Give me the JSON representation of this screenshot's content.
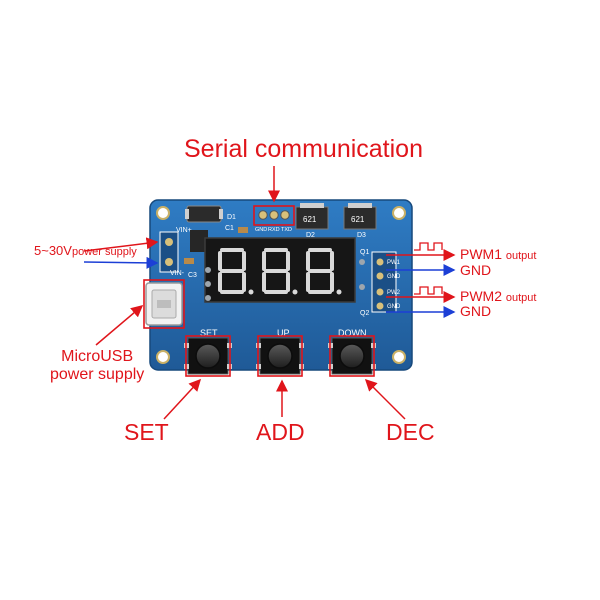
{
  "labels": {
    "serial": "Serial communication",
    "power_in_main": "5~30V",
    "power_in_sub": "power supply",
    "microusb_line1": "MicroUSB",
    "microusb_line2": "power supply",
    "pwm1_main": "PWM1",
    "pwm1_sub": "output",
    "gnd1": "GND",
    "pwm2_main": "PWM2",
    "pwm2_sub": "output",
    "gnd2": "GND",
    "set": "SET",
    "add": "ADD",
    "dec": "DEC"
  },
  "board": {
    "vin_plus": "VIN+",
    "vin_minus": "VIN-",
    "d1": "D1",
    "c1": "C1",
    "c3": "C3",
    "gnd_pin": "GND",
    "rxd_pin": "RXD",
    "txd_pin": "TXD",
    "d2": "D2",
    "d3": "D3",
    "chip1": "621",
    "chip2": "621",
    "q1": "Q1",
    "q2": "Q2",
    "pw1": "PW1",
    "pw2": "PW2",
    "gnd_r1": "GND",
    "gnd_r2": "GND",
    "btn_set": "SET",
    "btn_up": "UP",
    "btn_down": "DOWN",
    "display": "8.8.8."
  },
  "colors": {
    "label_red": "#e0151b",
    "arrow_blue": "#1c3fd6",
    "pcb_blue": "#2a6fb3",
    "pcb_dark": "#1b4f86"
  }
}
